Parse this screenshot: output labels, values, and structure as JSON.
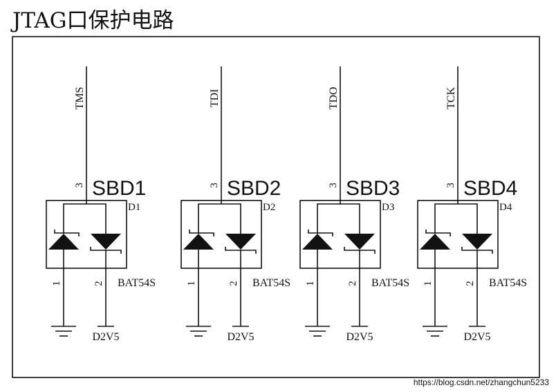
{
  "title": "JTAG口保护电路",
  "colors": {
    "line": "#111111",
    "ref_label": "#2a7ab8",
    "watermark": "#c8c8c8",
    "background": "#ffffff"
  },
  "circuits": [
    {
      "signal": "TMS",
      "ref": "SBD1",
      "designator": "D1",
      "part": "BAT54S",
      "pin_top": "3",
      "pin_left": "1",
      "pin_right": "2",
      "supply": "D2V5"
    },
    {
      "signal": "TDI",
      "ref": "SBD2",
      "designator": "D2",
      "part": "BAT54S",
      "pin_top": "3",
      "pin_left": "1",
      "pin_right": "2",
      "supply": "D2V5"
    },
    {
      "signal": "TDO",
      "ref": "SBD3",
      "designator": "D3",
      "part": "BAT54S",
      "pin_top": "3",
      "pin_left": "1",
      "pin_right": "2",
      "supply": "D2V5"
    },
    {
      "signal": "TCK",
      "ref": "SBD4",
      "designator": "D4",
      "part": "BAT54S",
      "pin_top": "3",
      "pin_left": "1",
      "pin_right": "2",
      "supply": "D2V5"
    }
  ],
  "watermark": "https://blog.csdn.net/zhangchun5233"
}
